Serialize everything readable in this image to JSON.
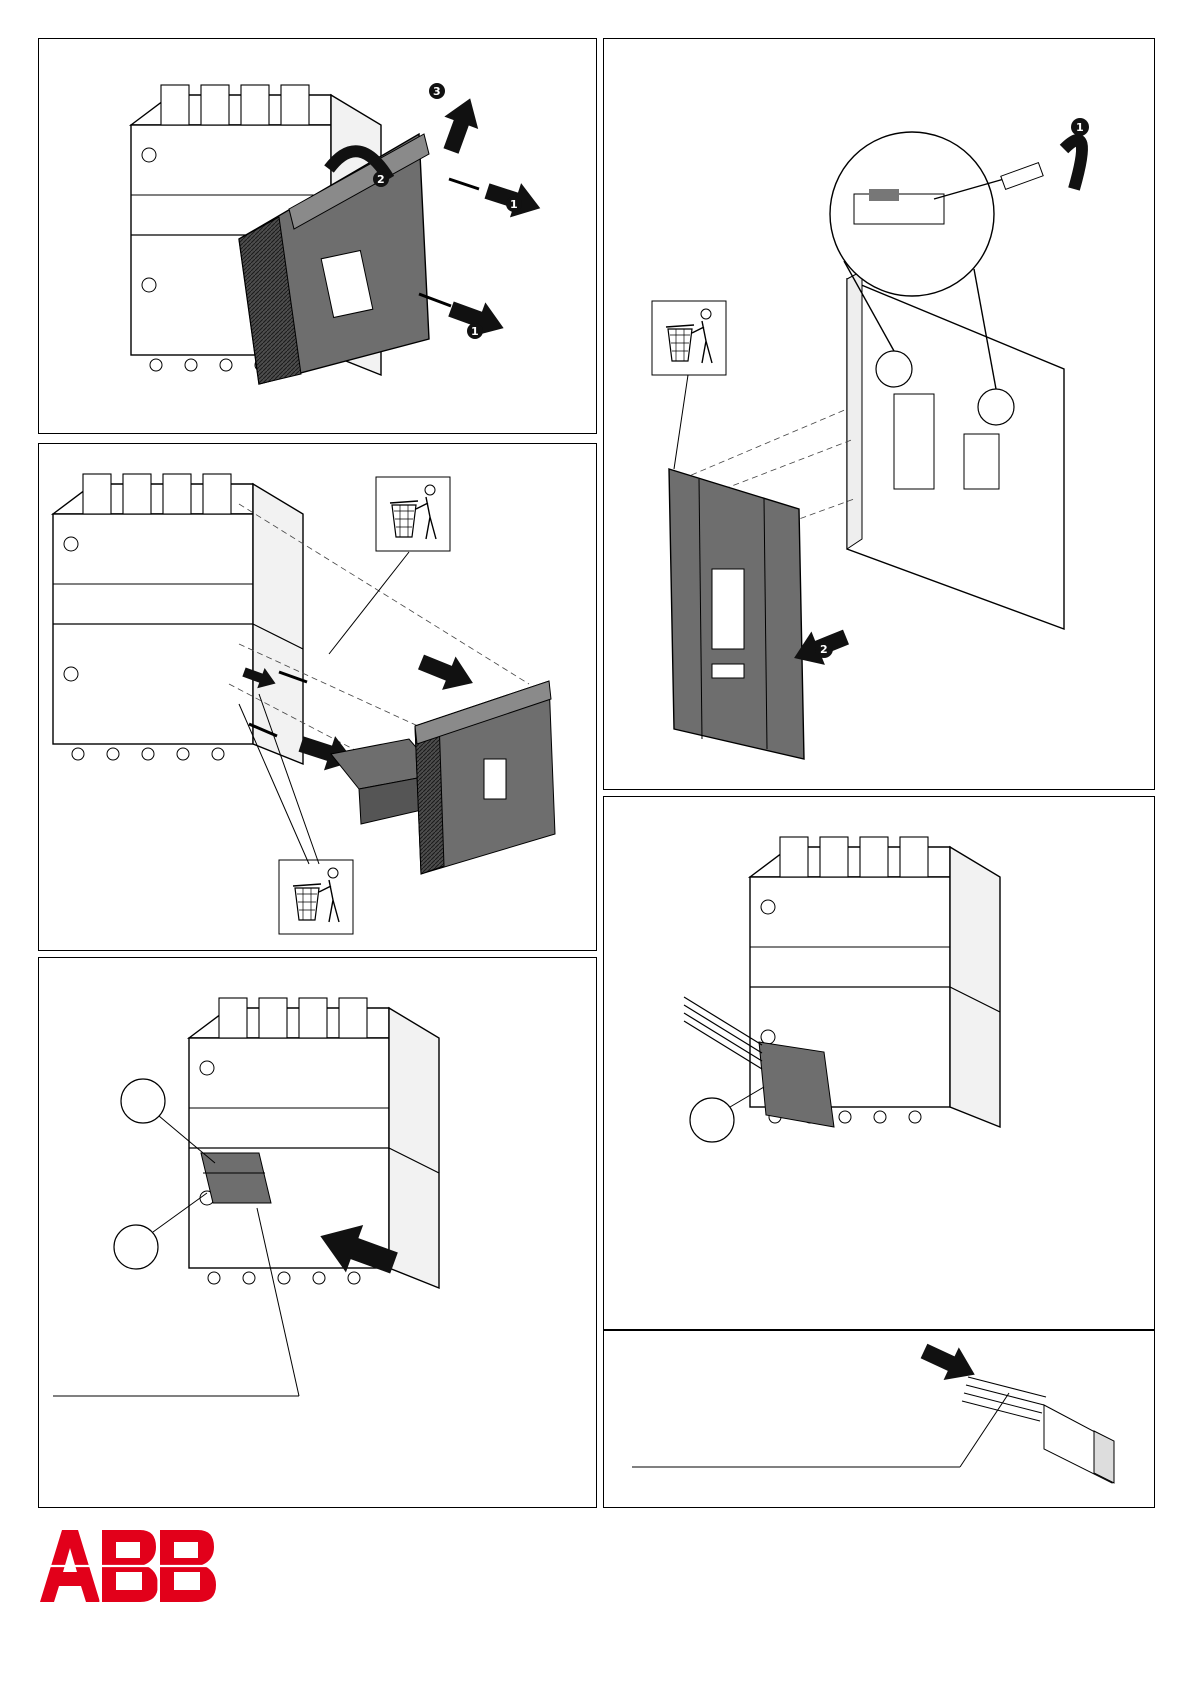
{
  "document": {
    "type": "installation-instructions",
    "brand": "ABB",
    "brand_color": "#e2001a",
    "ink_color": "#000000",
    "cover_color": "#6e6e6e"
  },
  "panels": [
    {
      "id": "remove-front-cover",
      "steps": [
        "1",
        "2",
        "3",
        "1"
      ],
      "icons": [
        "screw-icon",
        "curved-arrow-icon"
      ]
    },
    {
      "id": "install-front-cover",
      "icons": [
        "bin-disposal-icon",
        "bin-disposal-icon",
        "push-arrow-icon"
      ]
    },
    {
      "id": "insert-connector",
      "callouts": 2,
      "icons": [
        "push-arrow-icon"
      ]
    },
    {
      "id": "detach-cover-tabs",
      "steps": [
        "1",
        "2"
      ],
      "icons": [
        "screwdriver-icon",
        "bin-disposal-icon"
      ]
    },
    {
      "id": "connector-installed",
      "callouts": 1
    },
    {
      "id": "connector-detail",
      "icons": [
        "push-arrow-icon"
      ]
    }
  ]
}
